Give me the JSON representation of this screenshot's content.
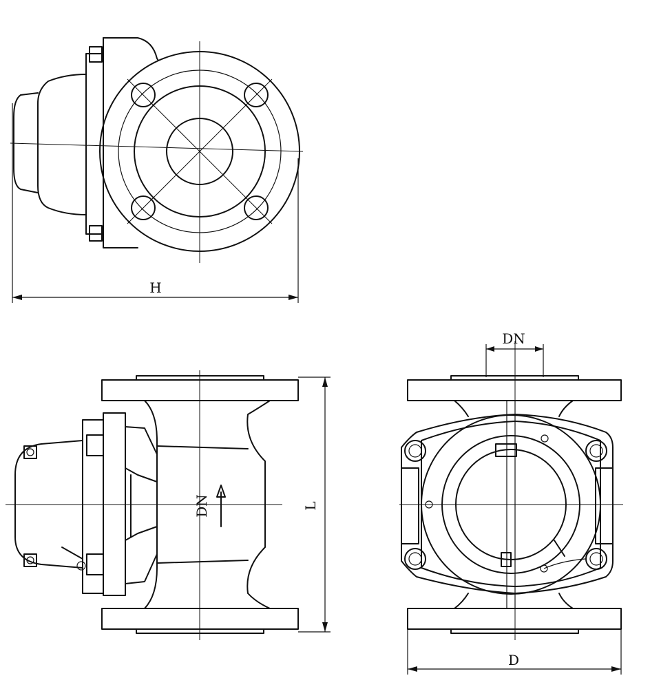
{
  "dimensions": {
    "height_label": "H",
    "length_label": "L",
    "width_label": "D",
    "nominal_diameter_label": "DN",
    "flow_marking": "DN"
  }
}
